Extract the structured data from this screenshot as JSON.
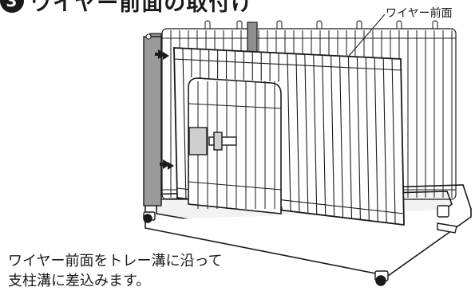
{
  "step": {
    "number": "3",
    "title": "ワイヤー前面の取付け"
  },
  "callout_label": "ワイヤー前面",
  "caption_lines": [
    "ワイヤー前面をトレー溝に沿って",
    "支柱溝に差込みます。"
  ]
}
